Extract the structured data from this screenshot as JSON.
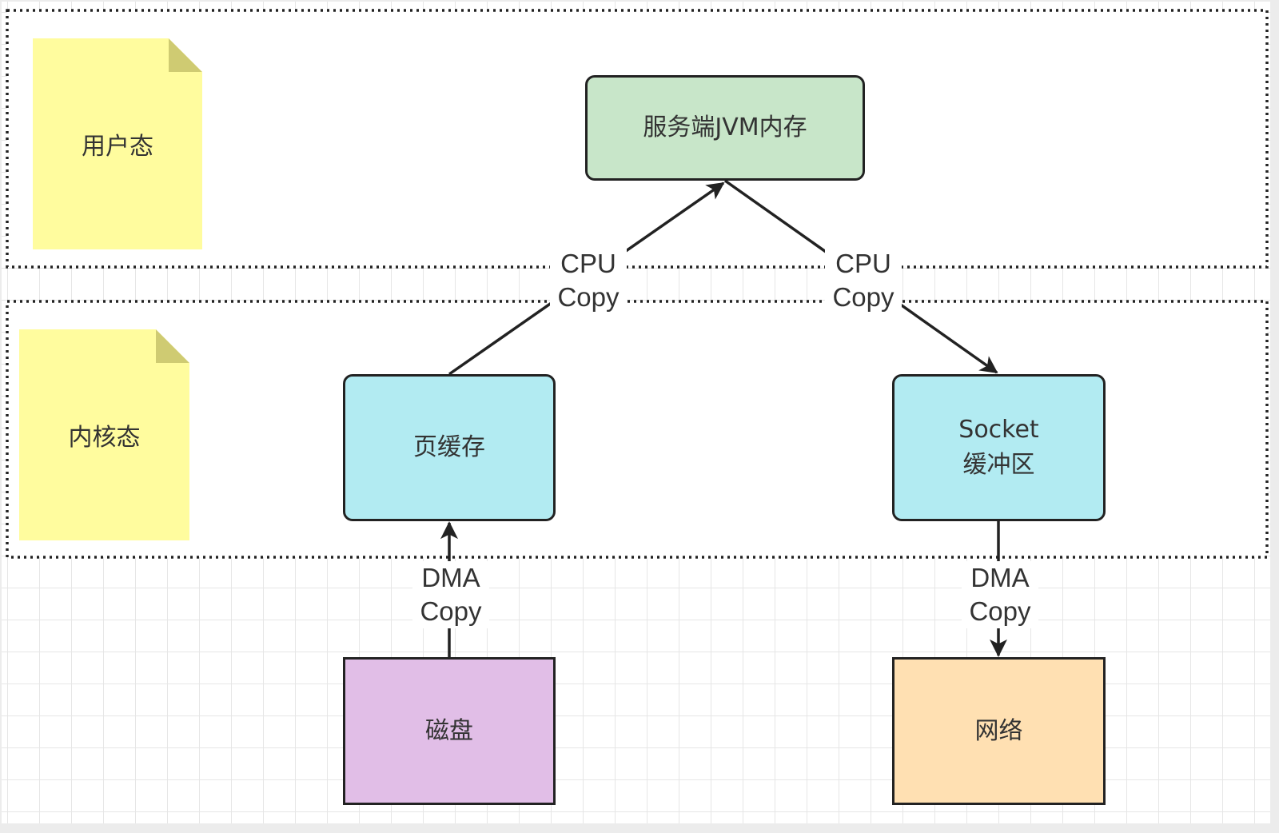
{
  "zones": {
    "user_space": {
      "label": "用户态"
    },
    "kernel_space": {
      "label": "内核态"
    }
  },
  "nodes": {
    "jvm_memory": {
      "label": "服务端JVM内存",
      "fill": "#c8e6c9"
    },
    "page_cache": {
      "label": "页缓存",
      "fill": "#b2ebf2"
    },
    "socket_buffer": {
      "label_line1": "Socket",
      "label_line2": "缓冲区",
      "fill": "#b2ebf2"
    },
    "disk": {
      "label": "磁盘",
      "fill": "#e1bee7"
    },
    "network": {
      "label": "网络",
      "fill": "#ffe0b2"
    }
  },
  "edges": {
    "page_cache_to_jvm_memory": {
      "line1": "CPU",
      "line2": "Copy"
    },
    "jvm_memory_to_socket_buffer": {
      "line1": "CPU",
      "line2": "Copy"
    },
    "disk_to_page_cache": {
      "line1": "DMA",
      "line2": "Copy"
    },
    "socket_buffer_to_network": {
      "line1": "DMA",
      "line2": "Copy"
    }
  },
  "colors": {
    "note_fill": "#fffc9e",
    "note_fold": "#cfcb72"
  }
}
